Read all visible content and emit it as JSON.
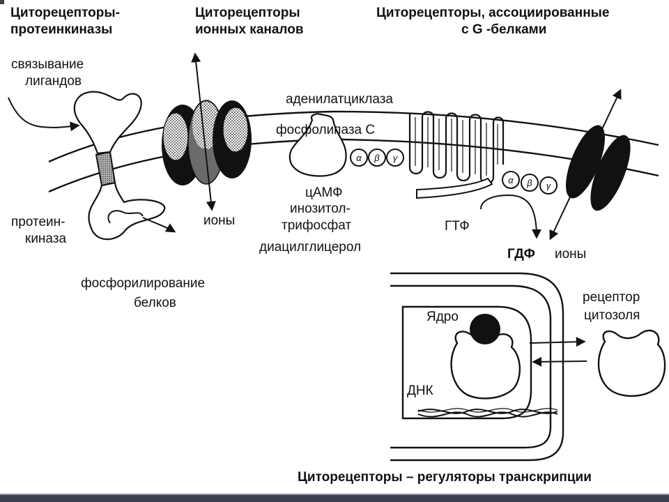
{
  "headers": {
    "protein_kinase": [
      "Циторецепторы-",
      "протеинкиназы"
    ],
    "ion_channels": [
      "Циторецепторы",
      "ионных каналов"
    ],
    "g_protein": [
      "Циторецепторы, ассоциированные",
      "с G -белками"
    ],
    "transcription": "Циторецепторы – регуляторы транскрипции"
  },
  "labels": {
    "ligand_binding": [
      "связывание",
      "лигандов"
    ],
    "protein_kinase": [
      "протеин-",
      "киназа"
    ],
    "phosphorylation": [
      "фосфорилирование",
      "белков"
    ],
    "ions_left": "ионы",
    "adenylate_cyclase": "аденилатциклаза",
    "phospholipase": "фосфолипаза С",
    "second_messengers": [
      "цАМФ",
      "инозитол-",
      "трифосфат",
      "диацилглицерол"
    ],
    "gtp": "ГТФ",
    "gdp": "ГДФ",
    "ions_right": "ионы",
    "nucleus": "Ядро",
    "dna": "ДНК",
    "cytosol_receptor": [
      "рецептор",
      "цитозоля"
    ]
  },
  "g_subunits": [
    "α",
    "β",
    "γ"
  ]
}
